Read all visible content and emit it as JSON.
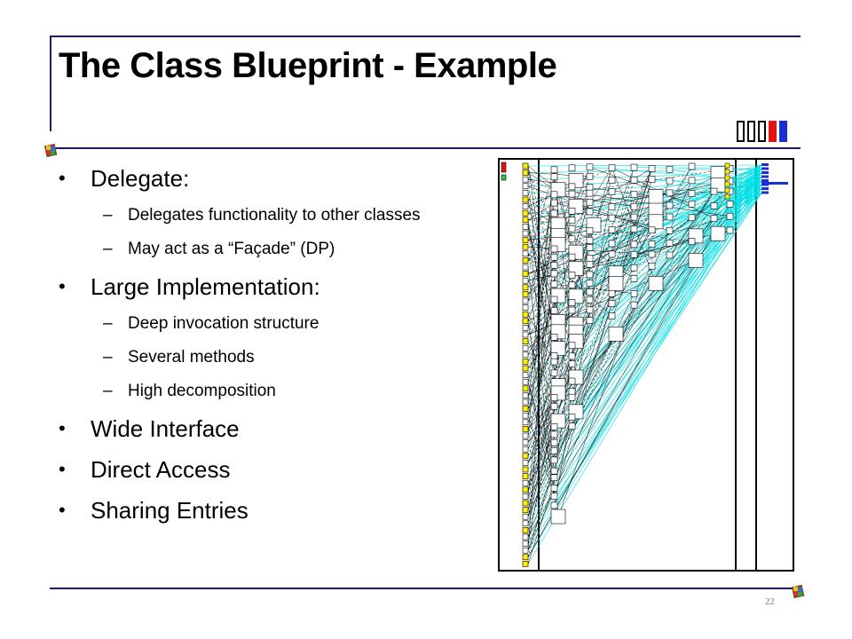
{
  "slide": {
    "title": "The Class Blueprint - Example",
    "page_number": "22"
  },
  "bullets": [
    {
      "text": "Delegate:",
      "sub": [
        "Delegates functionality to other classes",
        "May act as a “Façade” (DP)"
      ]
    },
    {
      "text": "Large Implementation:",
      "sub": [
        "Deep invocation structure",
        "Several methods",
        "High decomposition"
      ]
    },
    {
      "text": "Wide Interface",
      "sub": []
    },
    {
      "text": "Direct Access",
      "sub": []
    },
    {
      "text": "Sharing Entries",
      "sub": []
    }
  ],
  "glyphs": {
    "bullet": "•",
    "dash": "–"
  },
  "colors": {
    "rule": "#1a1a66",
    "invocation_edge": "#00e0e6",
    "access_edge": "#000000",
    "accessor_node": "#ffee00",
    "attribute_node": "#1a2fd6",
    "header_red": "#e41414",
    "header_blue": "#1a2fd6"
  },
  "icons": [
    "header-color-boxes-icon",
    "office-logo-icon"
  ]
}
